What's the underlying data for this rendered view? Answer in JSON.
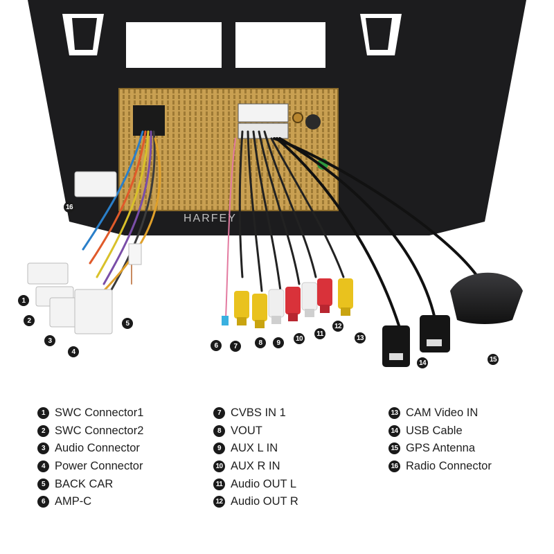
{
  "brand_watermark": "HARFEY",
  "callouts": [
    {
      "num": "1",
      "label": "SWC Connector1"
    },
    {
      "num": "2",
      "label": "SWC Connector2"
    },
    {
      "num": "3",
      "label": "Audio Connector"
    },
    {
      "num": "4",
      "label": "Power Connector"
    },
    {
      "num": "5",
      "label": "BACK CAR"
    },
    {
      "num": "6",
      "label": "AMP-C"
    },
    {
      "num": "7",
      "label": "CVBS IN 1"
    },
    {
      "num": "8",
      "label": "VOUT"
    },
    {
      "num": "9",
      "label": "AUX L IN"
    },
    {
      "num": "10",
      "label": "AUX R IN"
    },
    {
      "num": "11",
      "label": "Audio OUT L"
    },
    {
      "num": "12",
      "label": "Audio OUT R"
    },
    {
      "num": "13",
      "label": "CAM Video IN"
    },
    {
      "num": "14",
      "label": "USB Cable"
    },
    {
      "num": "15",
      "label": "GPS Antenna"
    },
    {
      "num": "16",
      "label": "Radio Connector"
    }
  ],
  "colors": {
    "frame": "#1c1c1e",
    "chassis": "#c9a052",
    "rca_yellow": "#e9c21e",
    "rca_red": "#d9323a",
    "rca_white": "#efefef",
    "badge": "#1a1a1a"
  }
}
